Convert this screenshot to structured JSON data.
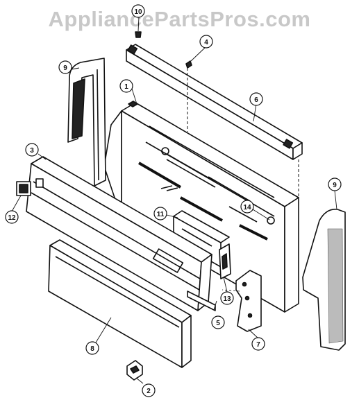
{
  "watermark": "AppliancePartsPros.com",
  "callouts": [
    {
      "id": "callout-1",
      "label": "1"
    },
    {
      "id": "callout-2",
      "label": "2"
    },
    {
      "id": "callout-3",
      "label": "3"
    },
    {
      "id": "callout-4",
      "label": "4"
    },
    {
      "id": "callout-5",
      "label": "5"
    },
    {
      "id": "callout-6",
      "label": "6"
    },
    {
      "id": "callout-7",
      "label": "7"
    },
    {
      "id": "callout-8",
      "label": "8"
    },
    {
      "id": "callout-9-left",
      "label": "9"
    },
    {
      "id": "callout-9-right",
      "label": "9"
    },
    {
      "id": "callout-10",
      "label": "10"
    },
    {
      "id": "callout-11",
      "label": "11"
    },
    {
      "id": "callout-12",
      "label": "12"
    },
    {
      "id": "callout-13",
      "label": "13"
    },
    {
      "id": "callout-14",
      "label": "14"
    }
  ]
}
